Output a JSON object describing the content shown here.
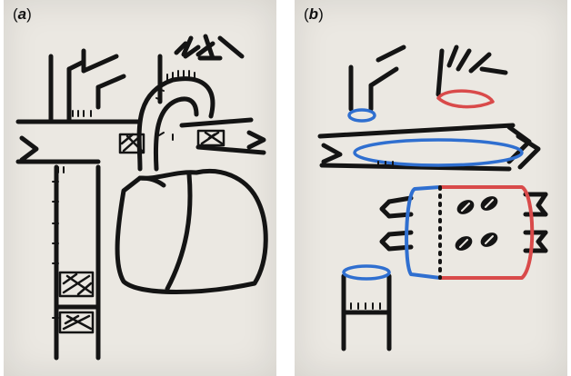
{
  "panels": [
    {
      "id": "a",
      "label_open": "(",
      "label_letter": "a",
      "label_close": ")"
    },
    {
      "id": "b",
      "label_open": "(",
      "label_letter": "b",
      "label_close": ")"
    }
  ],
  "colors": {
    "ink": "#141414",
    "blue_suture": "#2f6fd0",
    "red_suture": "#d94a4a",
    "paper": "#ebe8e2"
  }
}
